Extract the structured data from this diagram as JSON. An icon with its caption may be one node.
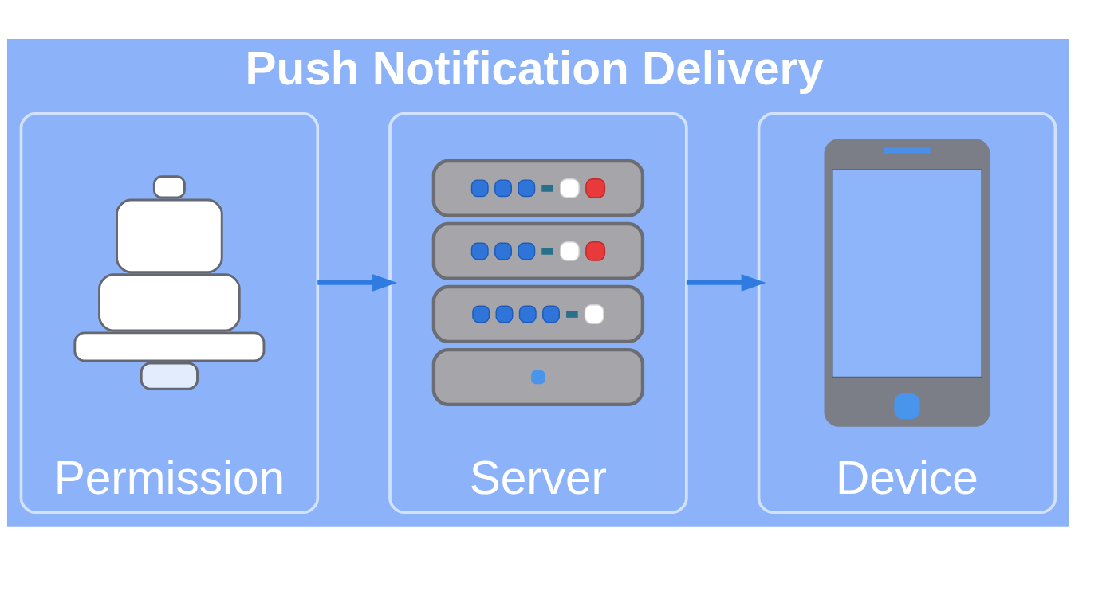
{
  "diagram": {
    "title": "Push Notification Delivery",
    "nodes": [
      {
        "text": [
          "Permission"
        ]
      },
      {
        "text": [],
        "shape": "picture",
        "in": 0
      },
      {
        "text": [
          "Server"
        ]
      },
      {
        "text": [],
        "shape": "picture",
        "in": 2
      },
      {
        "text": [
          "Device"
        ]
      },
      {
        "text": [],
        "shape": "picture",
        "in": 4
      }
    ],
    "edges": [
      {
        "from": 0,
        "to": 2,
        "arrow": "to"
      },
      {
        "from": 2,
        "to": 4,
        "arrow": "to"
      }
    ]
  }
}
